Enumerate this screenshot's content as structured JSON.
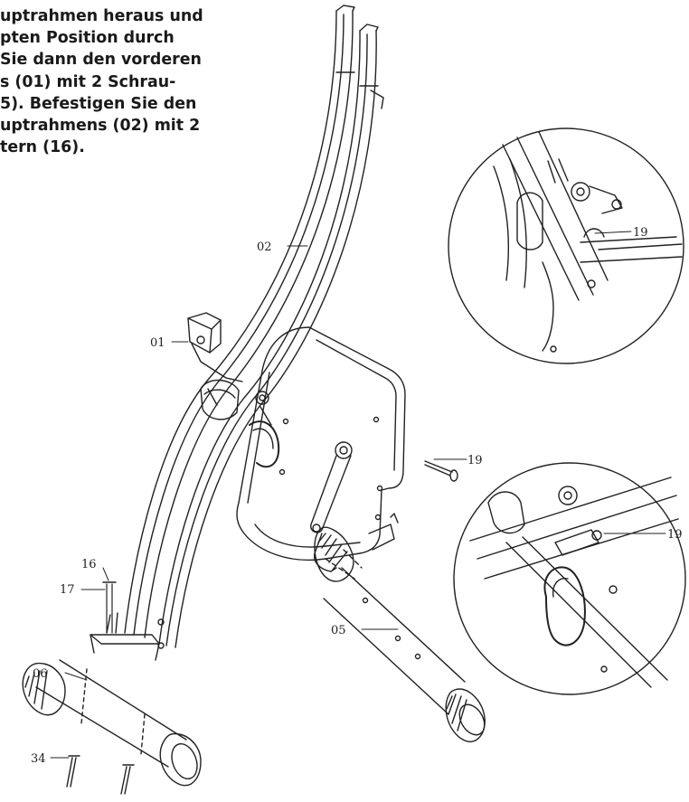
{
  "instructions": {
    "lines": [
      "uptrahmen heraus und",
      "pten Position durch",
      "Sie dann den vorderen",
      "s (01) mit 2 Schrau-",
      "5). Befestigen Sie den",
      "uptrahmens (02) mit 2",
      "tern (16)."
    ]
  },
  "parts": {
    "p01": "01",
    "p02": "02",
    "p05": "05",
    "p06": "06",
    "p16": "16",
    "p17": "17",
    "p19a": "19",
    "p19b": "19",
    "p19c": "19",
    "p34": "34"
  },
  "colors": {
    "line": "#222222",
    "background": "#ffffff"
  }
}
